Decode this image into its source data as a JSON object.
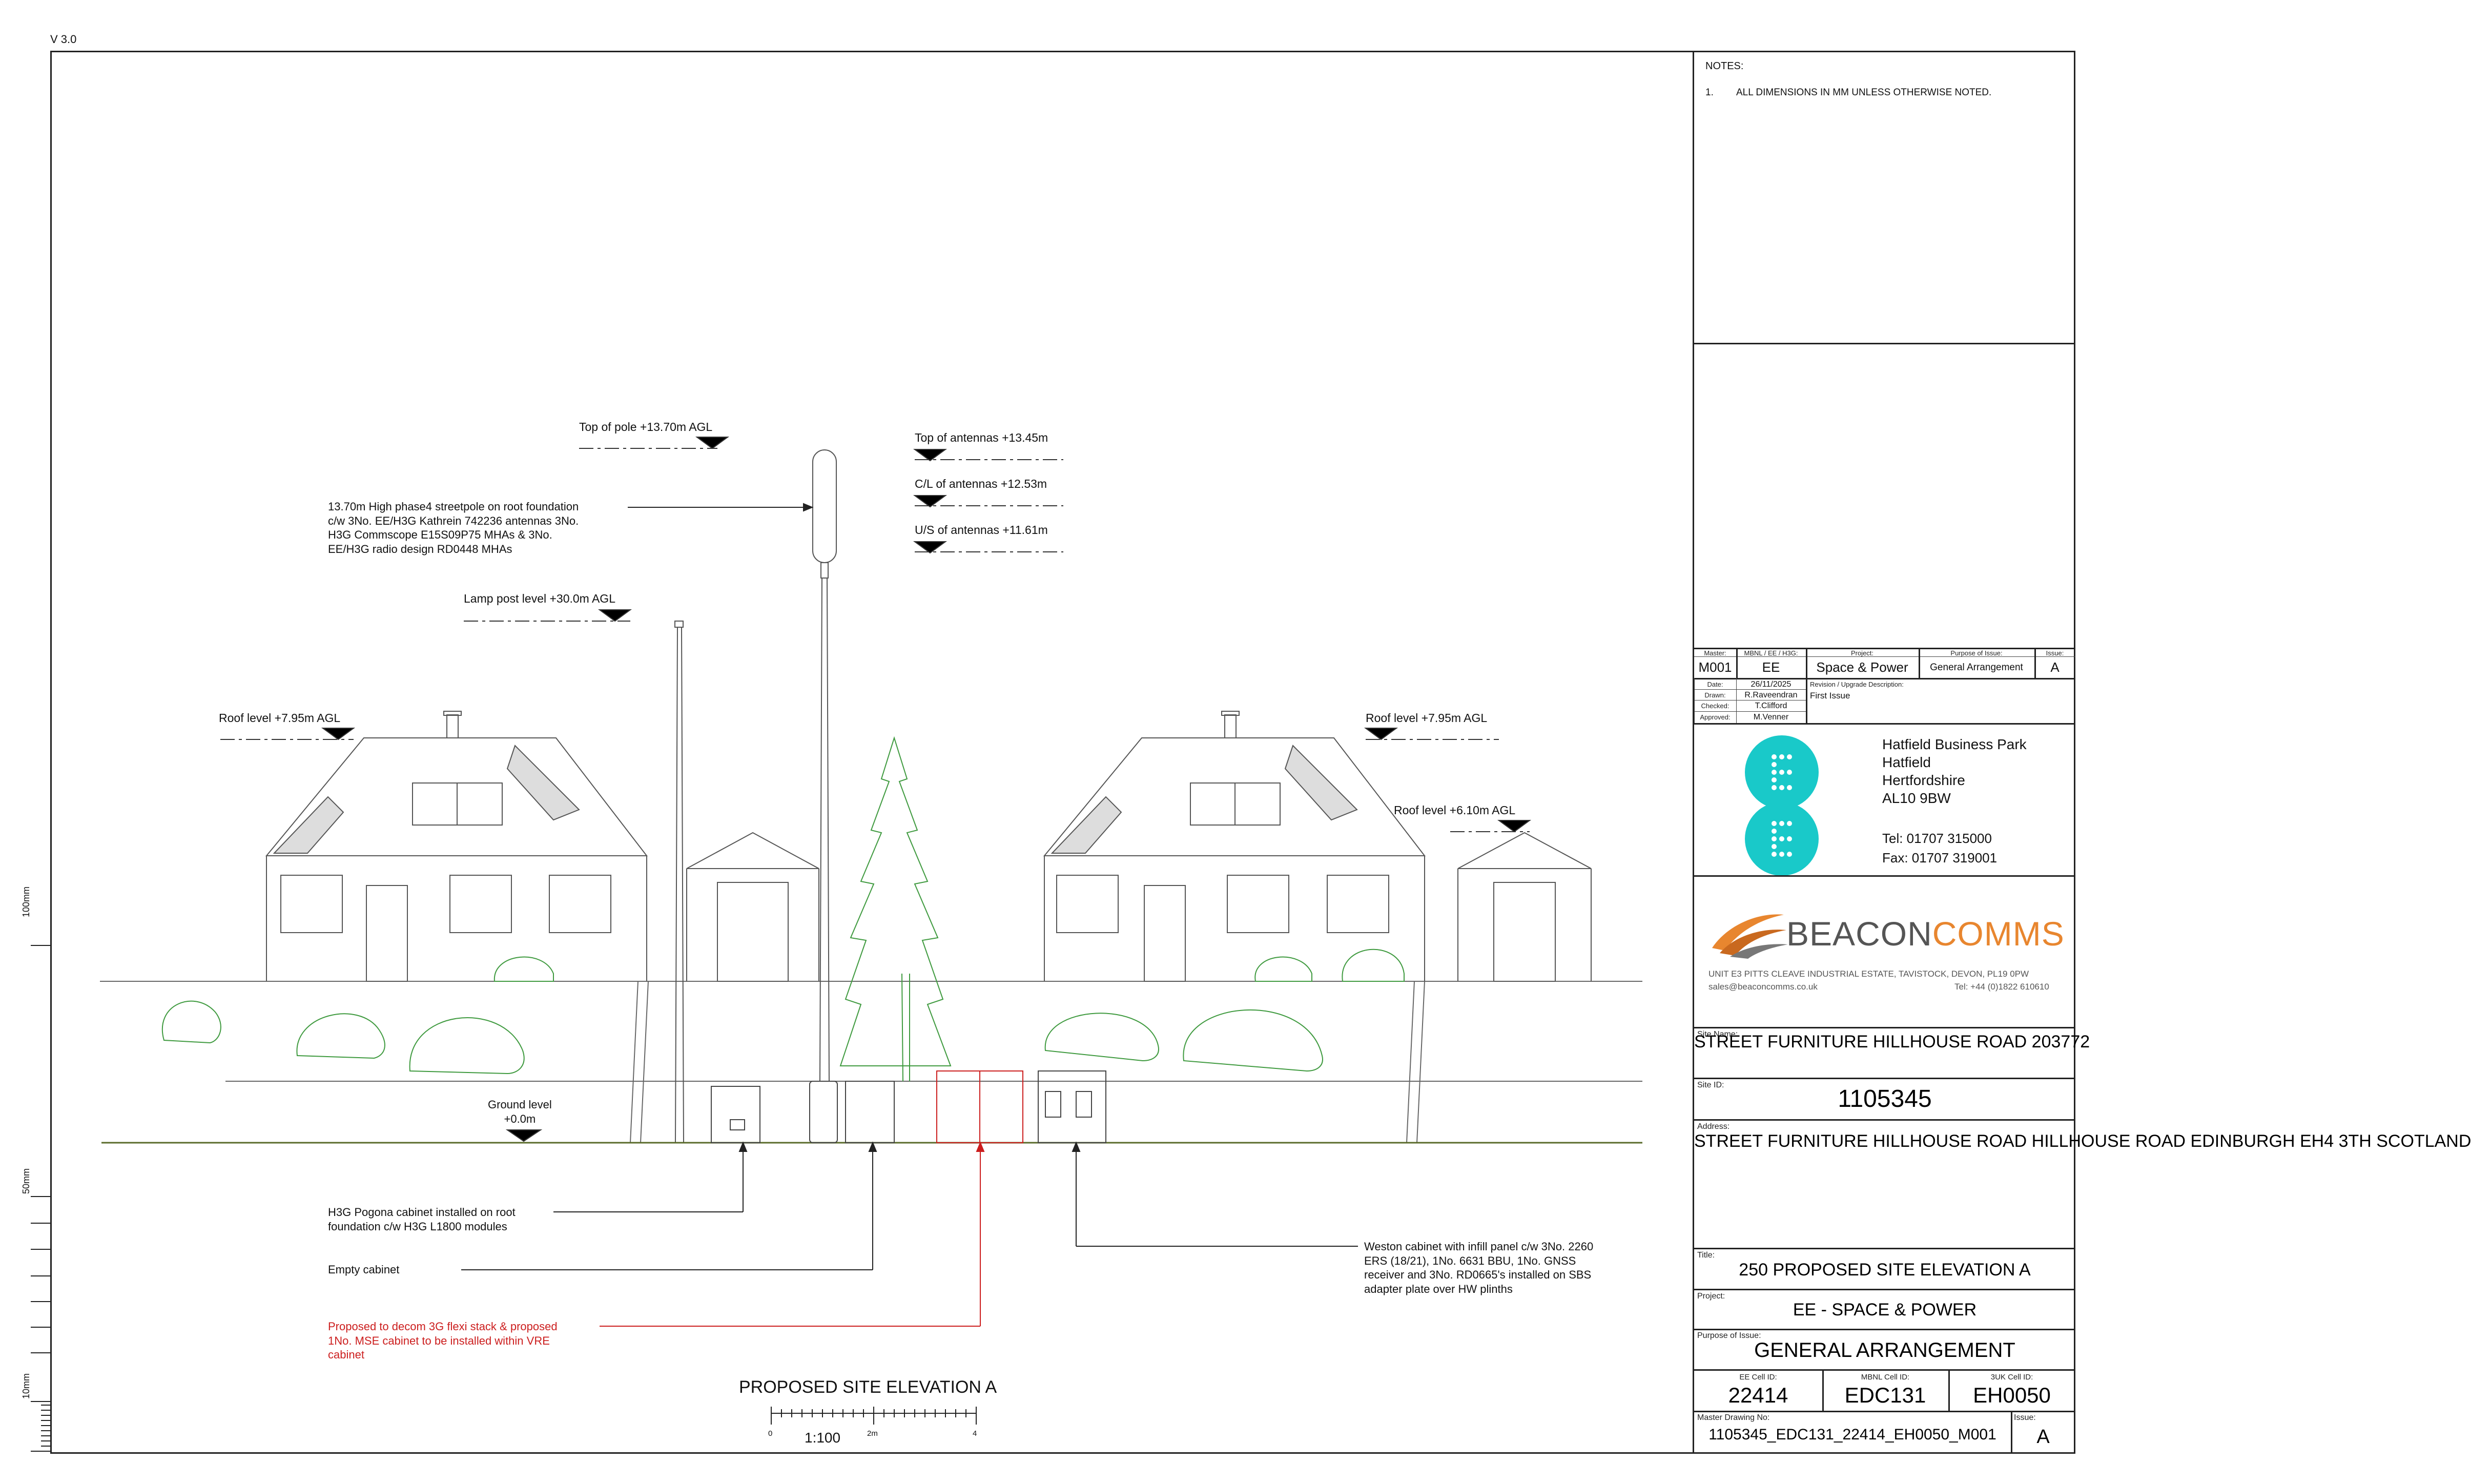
{
  "version": "V 3.0",
  "notes": {
    "heading": "NOTES:",
    "num": "1.",
    "text": "ALL DIMENSIONS IN MM UNLESS OTHERWISE NOTED."
  },
  "scale_bar": {
    "label_100": "100mm",
    "label_50": "50mm",
    "label_10": "10mm"
  },
  "elevation": {
    "top_of_pole": "Top of pole +13.70m AGL",
    "top_antennas": "Top of antennas +13.45m",
    "cl_antennas": "C/L of antennas +12.53m",
    "us_antennas": "U/S of antennas +11.61m",
    "pole_desc": "13.70m High phase4 streetpole on root foundation\nc/w 3No. EE/H3G Kathrein 742236 antennas 3No.\nH3G Commscope E15S09P75 MHAs & 3No.\nEE/H3G radio design RD0448 MHAs",
    "lamp_post": "Lamp post level +30.0m AGL",
    "roof_left": "Roof level +7.95m AGL",
    "roof_right": "Roof level +7.95m AGL",
    "roof_garage": "Roof level +6.10m AGL",
    "ground": "Ground level\n+0.0m",
    "pogona": "H3G Pogona cabinet installed on root\nfoundation c/w H3G L1800 modules",
    "empty_cabinet": "Empty cabinet",
    "proposed": "Proposed to decom 3G flexi stack & proposed\n1No. MSE cabinet to be installed within VRE\ncabinet",
    "weston": "Weston cabinet with infill panel c/w 3No. 2260\nERS (18/21), 1No. 6631 BBU, 1No. GNSS\nreceiver and 3No. RD0665's installed on SBS\nadapter plate over HW plinths",
    "title": "PROPOSED SITE ELEVATION A",
    "scale": "1:100",
    "scale_ticks": [
      "0",
      "2m",
      "4"
    ]
  },
  "title_block": {
    "master_lbl": "Master:",
    "master": "M001",
    "mbnl_lbl": "MBNL / EE / H3G:",
    "mbnl": "EE",
    "project_lbl": "Project:",
    "project": "Space & Power",
    "purpose_lbl": "Purpose of Issue:",
    "purpose": "General Arrangement",
    "issue_lbl": "Issue:",
    "issue": "A",
    "date_lbl": "Date:",
    "date": "26/11/2025",
    "drawn_lbl": "Drawn:",
    "drawn": "R.Raveendran",
    "checked_lbl": "Checked:",
    "checked": "T.Clifford",
    "approved_lbl": "Approved:",
    "approved": "M.Venner",
    "revision_lbl": "Revision / Upgrade Description:",
    "revision": "First Issue",
    "address_lines": "Hatfield Business Park\nHatfield\nHertfordshire\nAL10 9BW",
    "tel": "Tel: 01707 315000",
    "fax": "Fax: 01707 319001",
    "beacon_name_a": "BEACON",
    "beacon_name_b": "COMMS",
    "beacon_address": "UNIT E3 PITTS CLEAVE INDUSTRIAL ESTATE, TAVISTOCK, DEVON, PL19 0PW",
    "beacon_email": "sales@beaconcomms.co.uk",
    "beacon_tel": "Tel: +44 (0)1822 610610",
    "site_name_lbl": "Site Name:",
    "site_name": "STREET FURNITURE\nHILLHOUSE ROAD 203772",
    "site_id_lbl": "Site ID:",
    "site_id": "1105345",
    "address_lbl": "Address:",
    "address": "STREET FURNITURE HILLHOUSE ROAD\nHILLHOUSE ROAD\nEDINBURGH\nEH4 3TH\nSCOTLAND",
    "title_lbl": "Title:",
    "title": "250 PROPOSED SITE ELEVATION A",
    "project2_lbl": "Project:",
    "project2": "EE - SPACE & POWER",
    "purpose2_lbl": "Purpose of Issue:",
    "purpose2": "GENERAL ARRANGEMENT",
    "ee_cell_lbl": "EE Cell ID:",
    "ee_cell": "22414",
    "mbnl_cell_lbl": "MBNL Cell ID:",
    "mbnl_cell": "EDC131",
    "uk3_cell_lbl": "3UK Cell ID:",
    "uk3_cell": "EH0050",
    "master_dwg_lbl": "Master Drawing No:",
    "master_dwg": "1105345_EDC131_22414_EH0050_M001",
    "issue2_lbl": "Issue:",
    "issue2": "A"
  },
  "colors": {
    "red": "#cc1e1e",
    "green": "#3f9a3f",
    "ee_teal": "#19c9c9",
    "beacon_orange": "#e8862f",
    "beacon_grey": "#555555"
  }
}
